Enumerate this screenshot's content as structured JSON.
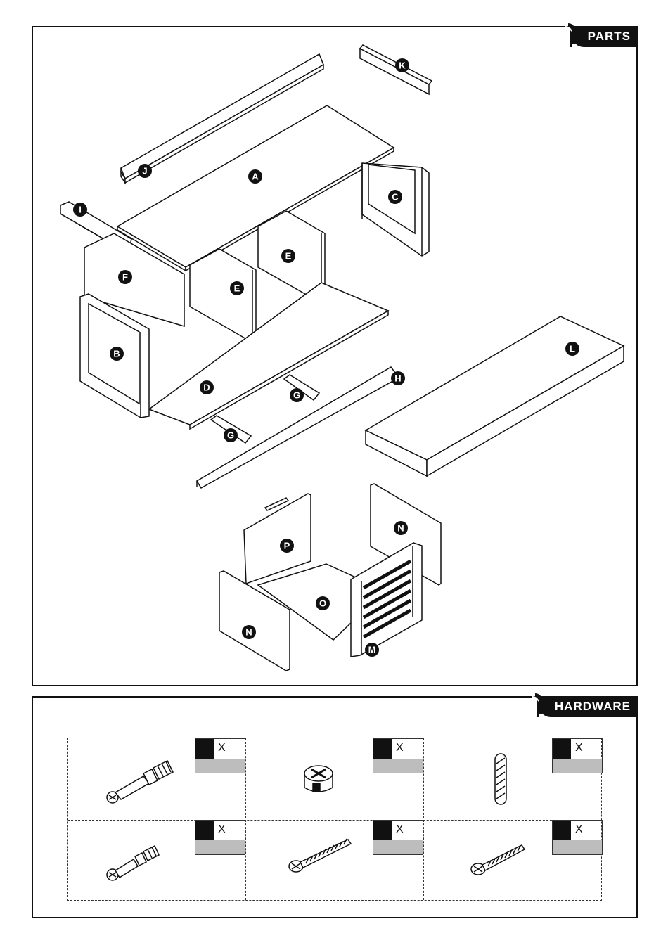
{
  "sections": {
    "parts_title": "PARTS",
    "hardware_title": "HARDWARE"
  },
  "part_labels": [
    "A",
    "B",
    "C",
    "D",
    "E",
    "E",
    "F",
    "G",
    "G",
    "H",
    "I",
    "J",
    "K",
    "L",
    "M",
    "N",
    "N",
    "O",
    "P"
  ],
  "hardware": [
    {
      "icon": "cam-bolt-long-icon",
      "qty_prefix": "X"
    },
    {
      "icon": "cam-lock-nut-icon",
      "qty_prefix": "X"
    },
    {
      "icon": "wooden-dowel-icon",
      "qty_prefix": "X"
    },
    {
      "icon": "cam-bolt-short-icon",
      "qty_prefix": "X"
    },
    {
      "icon": "wood-screw-long-icon",
      "qty_prefix": "X"
    },
    {
      "icon": "wood-screw-short-icon",
      "qty_prefix": "X"
    }
  ]
}
